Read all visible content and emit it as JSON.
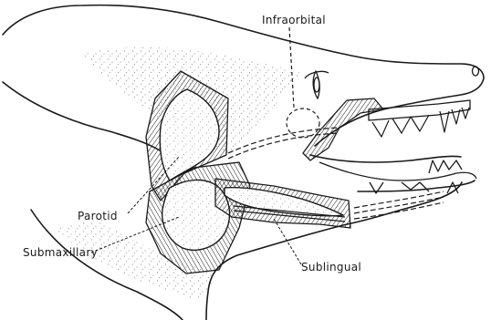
{
  "labels": {
    "infraorbital": "Infraorbital",
    "parotid": "Parotid",
    "submaxillary": "Submaxillary",
    "sublingual": "Sublingual"
  },
  "colors": {
    "ink": "#1a1a1a",
    "paper": "#ffffff"
  }
}
